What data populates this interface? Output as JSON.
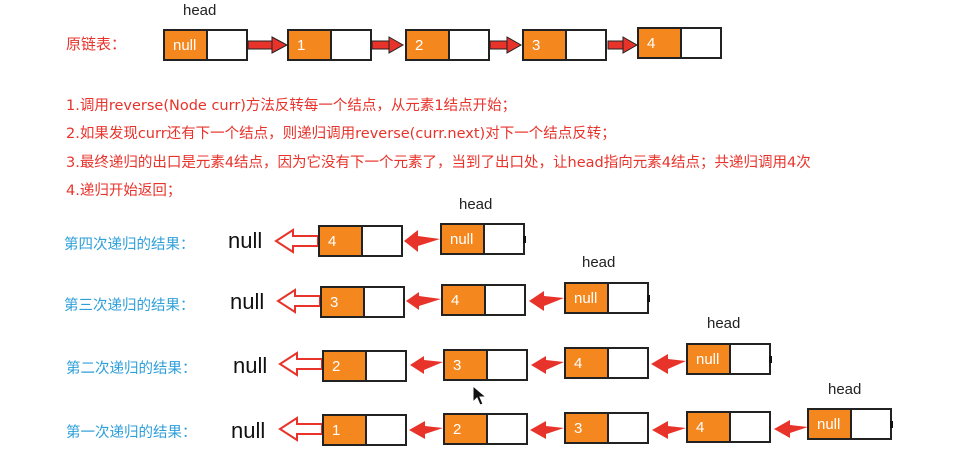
{
  "original_list": {
    "label": "原链表：",
    "head_label": "head",
    "nodes": [
      "null",
      "1",
      "2",
      "3",
      "4"
    ]
  },
  "steps": [
    "1.调用reverse(Node curr)方法反转每一个结点，从元素1结点开始；",
    "2.如果发现curr还有下一个结点，则递归调用reverse(curr.next)对下一个结点反转；",
    "3.最终递归的出口是元素4结点，因为它没有下一个元素了，当到了出口处，让head指向元素4结点；共递归调用4次",
    "4.递归开始返回；"
  ],
  "recursion_rows": [
    {
      "label": "第四次递归的结果：",
      "null_label": "null",
      "head_label": "head",
      "nodes": [
        "4",
        "null"
      ]
    },
    {
      "label": "第三次递归的结果：",
      "null_label": "null",
      "head_label": "head",
      "nodes": [
        "3",
        "4",
        "null"
      ]
    },
    {
      "label": "第二次递归的结果：",
      "null_label": "null",
      "head_label": "head",
      "nodes": [
        "2",
        "3",
        "4",
        "null"
      ]
    },
    {
      "label": "第一次递归的结果：",
      "null_label": "null",
      "head_label": "head",
      "nodes": [
        "1",
        "2",
        "3",
        "4",
        "null"
      ]
    }
  ],
  "colors": {
    "node_fill": "#f5871f",
    "arrow": "#e8332b",
    "label_red": "#e8332b",
    "label_blue": "#2e9fd9"
  }
}
